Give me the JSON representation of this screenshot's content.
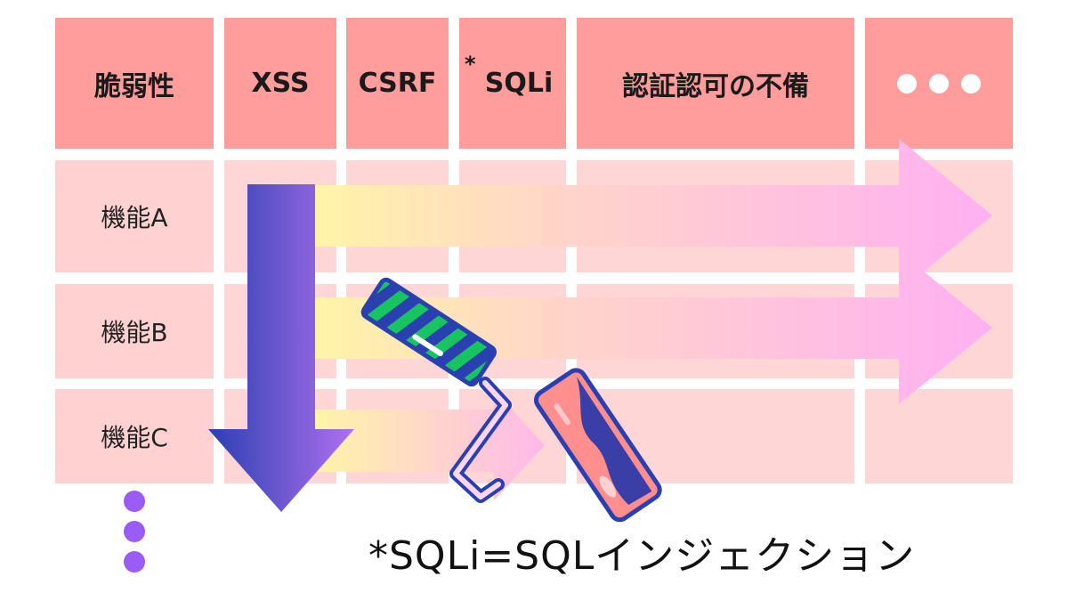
{
  "header": {
    "label_col": "脆弱性",
    "columns": [
      "XSS",
      "CSRF",
      "SQLi",
      "認証認可の不備"
    ],
    "sqli_marker": "*",
    "more": "more-dots-icon"
  },
  "rows": [
    "機能A",
    "機能B",
    "機能C"
  ],
  "footnote": "*SQLi=SQLインジェクション",
  "icons": {
    "vertical_arrow": "down-arrow-icon",
    "horizontal_arrows": "right-arrow-icon",
    "paint_roller": "paint-roller-icon",
    "continuation": "vertical-dots-icon"
  },
  "colors": {
    "header_bg": "#ff9c9c",
    "cell_bg": "#ffd6d6",
    "arrow_vertical_start": "#2a3fb0",
    "arrow_vertical_end": "#b070f0",
    "arrow_horizontal_start": "#fff5a8",
    "arrow_horizontal_end": "#ffb0f2",
    "dots_purple": "#9a5cf5"
  }
}
